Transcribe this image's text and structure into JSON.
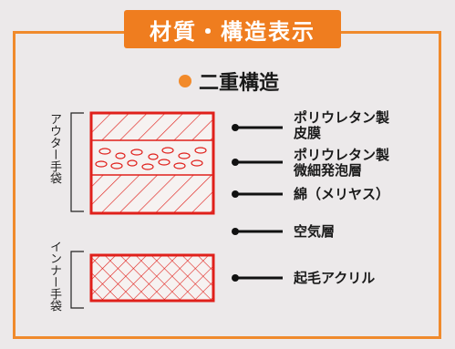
{
  "title": "材質・構造表示",
  "subtitle": "二重構造",
  "outer_glove_label": "アウター手袋",
  "inner_glove_label": "インナー手袋",
  "layers": [
    {
      "line1": "ポリウレタン製",
      "line2": "皮膜"
    },
    {
      "line1": "ポリウレタン製",
      "line2": "微細発泡層"
    },
    {
      "line1": "綿（メリヤス）",
      "line2": ""
    },
    {
      "line1": "空気層",
      "line2": ""
    },
    {
      "line1": "起毛アクリル",
      "line2": ""
    }
  ],
  "colors": {
    "accent": "#ef7d1f",
    "frame": "#f08a2c",
    "layer_border": "#e0201b"
  }
}
